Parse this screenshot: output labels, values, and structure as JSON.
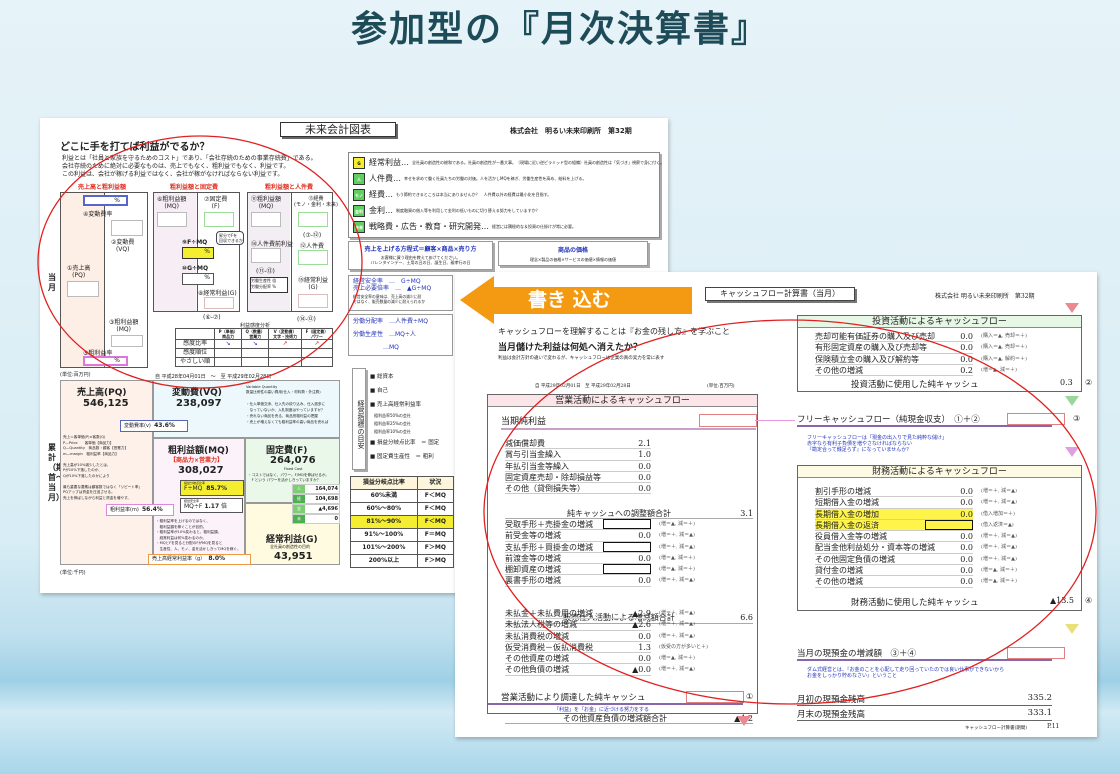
{
  "slide_title": "参加型の『月次決算書』",
  "left": {
    "doc_title": "未来会計図表",
    "company": "株式会社　明るい未来印刷所　第32期",
    "question": "どこに手を打てば利益がでるか？",
    "intro": [
      "利益とは「社員と家族を守るためのコスト」であり、「会社存続のための事業存続費」である。",
      "会社存続のために絶対に必要なものは、売上でもなく、粗利益でもなく、利益です。",
      "この利益は、会社が稼げる利益ではなく、会社が稼がなければならない利益です。"
    ],
    "section_heads": [
      "売上高と粗利益額",
      "粗利益額と固定費",
      "粗利益額と人件費"
    ],
    "monthly_label": "当月",
    "cumulative_label": "累計（期首〜当月）",
    "panel1": {
      "l4": "④変動費率",
      "l2": "②変動費\n(VQ)",
      "l1": "①売上高\n(PQ)",
      "l3": "③粗利益額\n(MQ)",
      "l5": "⑤粗利益率",
      "pct": "%"
    },
    "panel2": {
      "l6": "⑥粗利益額\n(MQ)",
      "l7": "⑦固定費\n(F)",
      "l9": "⑨F÷MQ",
      "l10": "⑩G÷MQ",
      "l8": "⑧経常利益(G)",
      "calc": "(⑥-⑦)",
      "bubble": "昇分でFを\n回収できるか",
      "pct": "%"
    },
    "panel3": {
      "l11": "⑪粗利益額\n(MQ)",
      "l13": "⑬経費\n(モノ・金利・未来)",
      "c1": "(⑦-⑫)",
      "l14": "⑭人件費前利益",
      "l12": "⑫人件費",
      "c2": "(⑪-⑬)",
      "prod": "労働生産性",
      "prod_u": "倍",
      "share": "労働分配率",
      "share_u": "%",
      "l15": "⑮経常利益\n(G)",
      "c3": "(⑭-⑫)"
    },
    "sensitivity": {
      "title": "利益感度分析",
      "cols": [
        "P（単価）\n商品力",
        "Q（数量）\n営業力",
        "V（変動費）\n文字・技術力",
        "F（固定費）\nパワー"
      ],
      "rows": [
        "感度比率",
        "感度順位",
        "やさしい順"
      ],
      "arrows": [
        "↘",
        "↘",
        "↗",
        "↗"
      ]
    },
    "unit1": "(単位:百万円)",
    "period": "自 平成28年04月01日　～　至 平成29年02月28日",
    "cum": {
      "pq_label": "売上高(PQ)",
      "pq": "546,125",
      "vq_label": "変動費(VQ)",
      "vq": "238,097",
      "vq_sub": "Variable Quantity\n数量比例性の高い費用(仕入・材料費・外注費)",
      "vq_notes": "・仕入単価交渉、仕入先の絞り込み、仕入過多に\n　なっていないか、入札制度はやっていますか？\n・売れない商品を売る、商品別粗利益の把握\n・売上が増えなくても粗利益率の高い商品を売れば",
      "v_label": "変動費率(v)",
      "v": "43.6%",
      "mq_label": "粗利益額(MQ)",
      "mq_sub": "【商品力×営業力】",
      "mq": "308,027",
      "m_label": "粗利益率(m)",
      "m": "56.4%",
      "f_label": "固定費(F)",
      "f": "264,076",
      "f_sub": "Fixed Cost",
      "f_note": "・コストではなく、パワー。F/MQを伸ばせるか。\n　F という パワーを活かしきっていますか？",
      "bep_label": "損益分岐点比率",
      "bep_formula": "F÷MQ",
      "bep": "85.7%",
      "safe_label": "経営安全率",
      "safe_formula": "MQ÷F",
      "safe": "1.17",
      "safe_u": "倍",
      "f_vals": [
        "164,074",
        "104,698",
        "▲4,696",
        "0"
      ],
      "f_icons": [
        "人",
        "経",
        "金",
        "未"
      ],
      "g_label": "経常利益(G)",
      "g_sub": "全社員の創造性の目的",
      "g": "43,951",
      "g_rate_label": "売上高経常利益率（g）",
      "g_rate": "8.0%",
      "pq_notes": "売上＝客単価(P)×客数(Q)\nP—Price　　客単価【商品力】\nQ—Quantity　商品数・顧客【営業力】\nm—margin　粗利益率【商品力】\n\n売上高が10%減少したとは、\nPが10%下落したのか、\nQが10%下落したのかにより\n\n最も重要な要素は顧客数ではなく「リピート率」\nPQアップは資金を圧迫させる。\n売上を伸ばしながら利益と資金を増やす。",
      "mq_notes": "・粗利益率を上げるのではなく、\n　粗利益額を稼ぐことが目的。\n・粗利益率が10%変わると、粗利益額、\n　経常利益は何%変わるのか。\n・MQとFを見ると分配のFがMQを見ると\n　生産性、人、モノ、金を活かしきってMQを稼ぐ。"
    },
    "unit2": "(単位:千円)",
    "guide": [
      {
        "tag": "G",
        "title": "経常利益…",
        "text": "全社員の創造性の総和である。社員の創造性が一番大事。（現場に近い逆ピラミッド型の組織）社員の創造性は「気づき」視察で身に付く。"
      },
      {
        "tag": "人",
        "title": "人件費…",
        "text": "幸せを求めて働く社員たちの労働の対価。人を活かしMQを稼ぎ、労働生産性を高め、給料を上げる。"
      },
      {
        "tag": "モノ",
        "title": "経費…",
        "text": "もう節約できるところは本当にありませんか？　人件費以外の経費は最小化を目指す。"
      },
      {
        "tag": "金利",
        "title": "金利…",
        "text": "制度融資の借入等を利用して金利の低いものに切り替える努力をしていますか？"
      },
      {
        "tag": "未来",
        "title": "戦略費・広告・教育・研究開発…",
        "text": "経営には積極的な＆投資の仕掛けが常に必要。"
      }
    ],
    "sales_eq": {
      "title": "売上を上げる方程式＝顧客×商品×売り方",
      "text": "お客様に買う理由を教えてあげてください。\nバレンタインデー、土用の丑の日、誕生日、親孝行の日"
    },
    "price": {
      "title": "商品の価格",
      "text": "理念×製品の価格×サービスの価値×情報の価値"
    },
    "safety": {
      "l1": "経営安全率　…　G÷MQ",
      "l2": "売上必要倍率　…　▲G÷MQ",
      "text": "経営安全率の意味は、売上高の減少に耐\nではなく、販売数量の減少に耐えられるか"
    },
    "labor": [
      "労働分配率　…人件費÷MQ",
      "労働生産性　…MQ÷人",
      "　　　　　…MQ"
    ],
    "indicator_label": "経営指標の目安",
    "indicators": [
      "■ 総資本",
      "■ 自己",
      "■ 売上高経常利益率",
      "　粗利益率50%の会社",
      "　粗利益率25%の会社",
      "　粗利益率10%の会社",
      "■ 損益分岐点比率　＝ 固定",
      "■ 固定費生産性　＝ 粗利"
    ],
    "bep_table": {
      "headers": [
        "損益分岐点比率",
        "状況"
      ],
      "rows": [
        [
          "60%未満",
          "F＜MQ"
        ],
        [
          "60%〜80%",
          "F＜MQ"
        ],
        [
          "81%〜90%",
          "F＜MQ"
        ],
        [
          "91%〜100%",
          "F＝MQ"
        ],
        [
          "101%〜200%",
          "F＞MQ"
        ],
        [
          "200%以上",
          "F＞MQ"
        ]
      ],
      "highlight_row": 2
    }
  },
  "callout": {
    "text": "書き\n込む",
    "color": "#f39a12"
  },
  "right": {
    "doc_title": "キャッシュフロー計算書（当月）",
    "company": "株式会社 明るい未来印刷所　第32期",
    "intro1": "キャッシュフローを理解することは『お金の残し方』を学ぶこと",
    "intro2": "当月儲けた利益は何処へ消えたか？",
    "intro3": "利益は会計方針の違いで変わるが、キャッシュフローは企業の真の実力を常に表す",
    "period": "自 平成29年02月01日　至 平成29年02月28日",
    "unit": "(単位:百万円)",
    "operating": {
      "title": "営業活動によるキャッシュフロー",
      "net_income": "当期純利益",
      "adj": [
        {
          "l": "減価償却費",
          "v": "2.1"
        },
        {
          "l": "賞与引当金繰入",
          "v": "1.0"
        },
        {
          "l": "年払引当金等繰入",
          "v": "0.0"
        },
        {
          "l": "固定資産売却・除却損益等",
          "v": "0.0"
        },
        {
          "l": "その他（貸倒損失等）",
          "v": "0.0"
        }
      ],
      "adj_total_l": "純キャッシュへの調整額合計",
      "adj_total": "3.1",
      "trade": [
        {
          "l": "受取手形＋売掛金の増減",
          "v": "",
          "box": true,
          "n": "(増＝▲, 減＝＋)"
        },
        {
          "l": "前受金等の増減",
          "v": "0.0",
          "n": "(増＝＋, 減＝▲)"
        },
        {
          "l": "支払手形＋買掛金の増減",
          "v": "",
          "box": true,
          "n": "(増＝＋, 減＝▲)"
        },
        {
          "l": "前渡金等の増減",
          "v": "0.0",
          "n": "(増＝▲, 減＝＋)"
        },
        {
          "l": "棚卸資産の増減",
          "v": "",
          "box": true,
          "n": "(増＝▲, 減＝＋)"
        },
        {
          "l": "裏書手形の増減",
          "v": "0.0",
          "n": "(増＝＋, 減＝▲)"
        }
      ],
      "trade_total_l": "販売仕入活動による増減額合計",
      "trade_total": "6.6",
      "other": [
        {
          "l": "未払金＋未払費用の増減",
          "v": "▲2.9",
          "n": "(増＝＋, 減＝▲)"
        },
        {
          "l": "未払法人税等の増減",
          "v": "▲2.6",
          "n": "(増＝＋, 減＝▲)"
        },
        {
          "l": "未払消費税の増減",
          "v": "0.0",
          "n": "(増＝＋, 減＝▲)"
        },
        {
          "l": "仮受消費税－仮払消費税",
          "v": "1.3",
          "n": "(仮受の方が多いと＋)"
        },
        {
          "l": "その他資産の増減",
          "v": "0.0",
          "n": "(増＝▲, 減＝＋)"
        },
        {
          "l": "その他負債の増減",
          "v": "▲0.0",
          "n": "(増＝＋, 減＝▲)"
        }
      ],
      "other_total_l": "その他資産負債の増減額合計",
      "other_total": "▲4.2",
      "net_l": "営業活動により調達した純キャッシュ",
      "net_mark": "①",
      "note": "「利益」を「お金」に近づける努力をする"
    },
    "investing": {
      "title": "投資活動によるキャッシュフロー",
      "rows": [
        {
          "l": "売却可能有価証券の購入及び売却",
          "v": "0.0",
          "n": "(購入＝▲, 売却＝＋)"
        },
        {
          "l": "有形固定資産の購入及び売却等",
          "v": "0.0",
          "n": "(購入＝▲, 売却＝＋)"
        },
        {
          "l": "保険積立金の購入及び解約等",
          "v": "0.0",
          "n": "(購入＝▲, 解約＝＋)"
        },
        {
          "l": "その他の増減",
          "v": "0.2",
          "n": "(増＝▲, 減＝＋)"
        }
      ],
      "net_l": "投資活動に使用した純キャッシュ",
      "net": "0.3",
      "net_mark": "②"
    },
    "free_cf": {
      "label": "フリーキャッシュフロー（純現金収支）　①＋②",
      "mark": "③",
      "text": "フリーキャッシュフローは「現金の出入りで見た純粋な儲け」\n赤字なら有利子負債を増やさなければならない\n『勘定合って銭足らず』になっていませんか？"
    },
    "financing": {
      "title": "財務活動によるキャッシュフロー",
      "rows": [
        {
          "l": "割引手形の増減",
          "v": "0.0",
          "n": "(増＝＋, 減＝▲)"
        },
        {
          "l": "短期借入金の増減",
          "v": "0.0",
          "n": "(増＝＋, 減＝▲)"
        },
        {
          "l": "長期借入金の増加",
          "v": "0.0",
          "n": "(借入増加＝＋)",
          "hl": true
        },
        {
          "l": "長期借入金の返済",
          "v": "",
          "n": "(借入返済＝▲)",
          "hl": true,
          "box": true
        },
        {
          "l": "役員借入金等の増減",
          "v": "0.0",
          "n": "(増＝＋, 減＝▲)"
        },
        {
          "l": "配当金他利益処分・資本等の増減",
          "v": "0.0",
          "n": "(増＝＋, 減＝▲)"
        },
        {
          "l": "その他固定負債の増減",
          "v": "0.0",
          "n": "(増＝＋, 減＝▲)"
        },
        {
          "l": "貸付金の増減",
          "v": "0.0",
          "n": "(増＝▲, 減＝＋)"
        },
        {
          "l": "その他の増減",
          "v": "0.0",
          "n": "(増＝▲, 減＝＋)"
        }
      ],
      "net_l": "財務活動に使用した純キャッシュ",
      "net": "▲13.5",
      "net_mark": "④"
    },
    "cash_change": {
      "label": "当月の現預金の増減額　③＋④",
      "text": "ダム式経営とは、『お金のことを心配して走り回っていたのでは良い仕事ができないから\nお金をしっかり貯めなさい』ということ"
    },
    "opening_l": "月初の現預金残高",
    "opening": "335.2",
    "closing_l": "月末の現預金残高",
    "closing": "333.1",
    "footer": "キャッシュフロー計算書(期間)",
    "page": "P.11"
  },
  "colors": {
    "title": "#1e4b58",
    "accent_orange": "#f39a12",
    "ellipse": "#e02020",
    "highlight": "#fff44a"
  }
}
